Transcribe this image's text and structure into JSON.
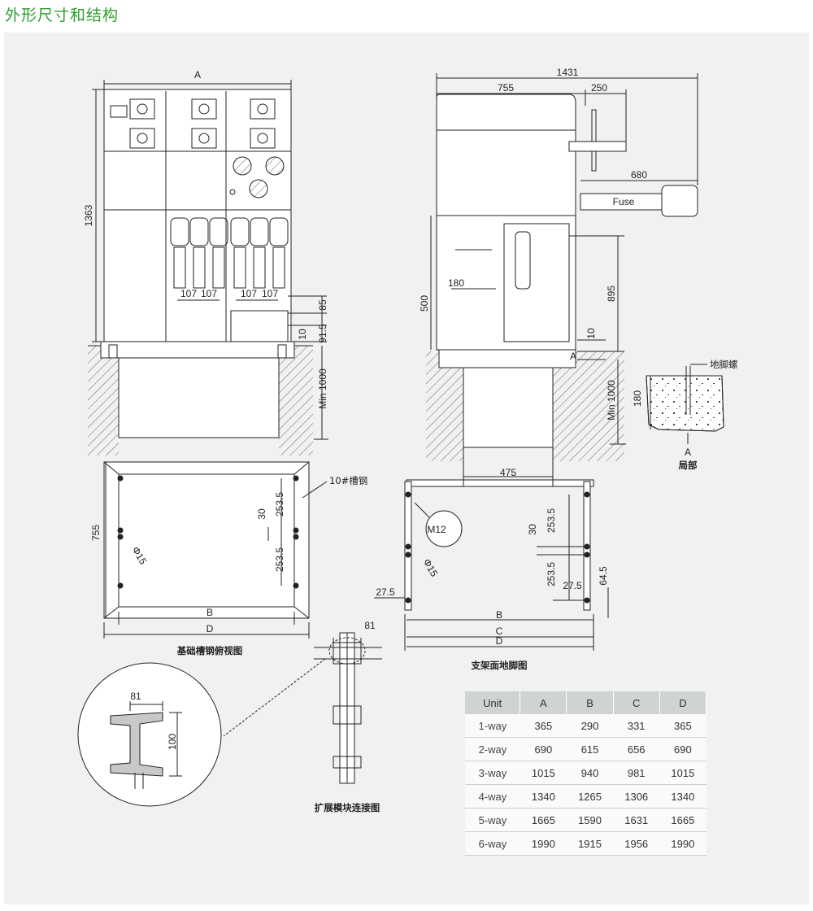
{
  "page_title": "外形尺寸和结构",
  "front_view": {
    "dim_width": "A",
    "dim_height": "1363",
    "dim_107": "107",
    "dim_85": "85",
    "dim_91_5": "91.5",
    "dim_10": "10",
    "dim_min1000": "Min 1000"
  },
  "side_view": {
    "dim_1431": "1431",
    "dim_755": "755",
    "dim_250": "250",
    "dim_680": "680",
    "fuse": "Fuse",
    "dim_895": "895",
    "dim_500": "500",
    "dim_180": "180",
    "dim_10": "10",
    "mark_a": "A",
    "dim_min1000": "Min 1000"
  },
  "detail_a": {
    "label_bolt": "地脚螺",
    "dim_180": "180",
    "mark_a": "A",
    "caption": "局部"
  },
  "foundation_plan": {
    "dim_755": "755",
    "channel": "10#槽钢",
    "dim_253_5_top": "253.5",
    "dim_30": "30",
    "dim_253_5_bottom": "253.5",
    "hole": "Φ15",
    "dim_b": "B",
    "dim_d": "D",
    "caption": "基础槽钢俯视图"
  },
  "frame_plan": {
    "dim_475": "475",
    "bolt": "M12",
    "hole": "Φ15",
    "dim_30": "30",
    "dim_253_5_top": "253.5",
    "dim_253_5_bottom": "253.5",
    "dim_27_5_left": "27.5",
    "dim_27_5_right": "27.5",
    "dim_64_5": "64.5",
    "dim_b": "B",
    "dim_c": "C",
    "dim_d": "D",
    "caption": "支架面地脚图"
  },
  "beam_detail": {
    "dim_81_circle": "81",
    "dim_100": "100"
  },
  "extension": {
    "dim_81": "81",
    "caption": "扩展模块连接图"
  },
  "unit_table": {
    "headers": [
      "Unit",
      "A",
      "B",
      "C",
      "D"
    ],
    "rows": [
      [
        "1-way",
        "365",
        "290",
        "331",
        "365"
      ],
      [
        "2-way",
        "690",
        "615",
        "656",
        "690"
      ],
      [
        "3-way",
        "1015",
        "940",
        "981",
        "1015"
      ],
      [
        "4-way",
        "1340",
        "1265",
        "1306",
        "1340"
      ],
      [
        "5-way",
        "1665",
        "1590",
        "1631",
        "1665"
      ],
      [
        "6-way",
        "1990",
        "1915",
        "1956",
        "1990"
      ]
    ]
  }
}
